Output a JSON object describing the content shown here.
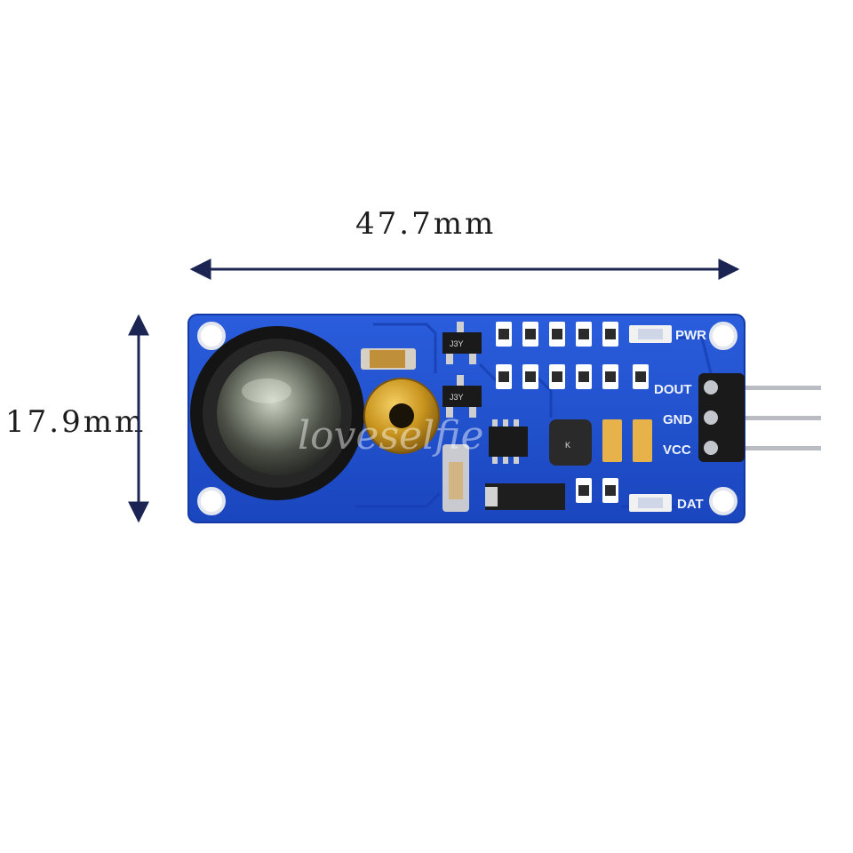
{
  "dimensions": {
    "width_label": "47.7mm",
    "height_label": "17.9mm"
  },
  "pin_labels": [
    "DOUT",
    "GND",
    "VCC"
  ],
  "led_labels": {
    "power": "PWR",
    "data": "DAT"
  },
  "chip_markings": [
    "J3Y",
    "J3Y"
  ],
  "inductor_mark": "K",
  "watermark": "loveselfie",
  "colors": {
    "pcb": "#1f4fd0",
    "pcb_edge": "#143aa6",
    "arrow": "#1b2452",
    "lens_ring": "#141414",
    "brass": "#c9951f",
    "header": "#1a1a1a",
    "pin": "#b9bcc2"
  }
}
